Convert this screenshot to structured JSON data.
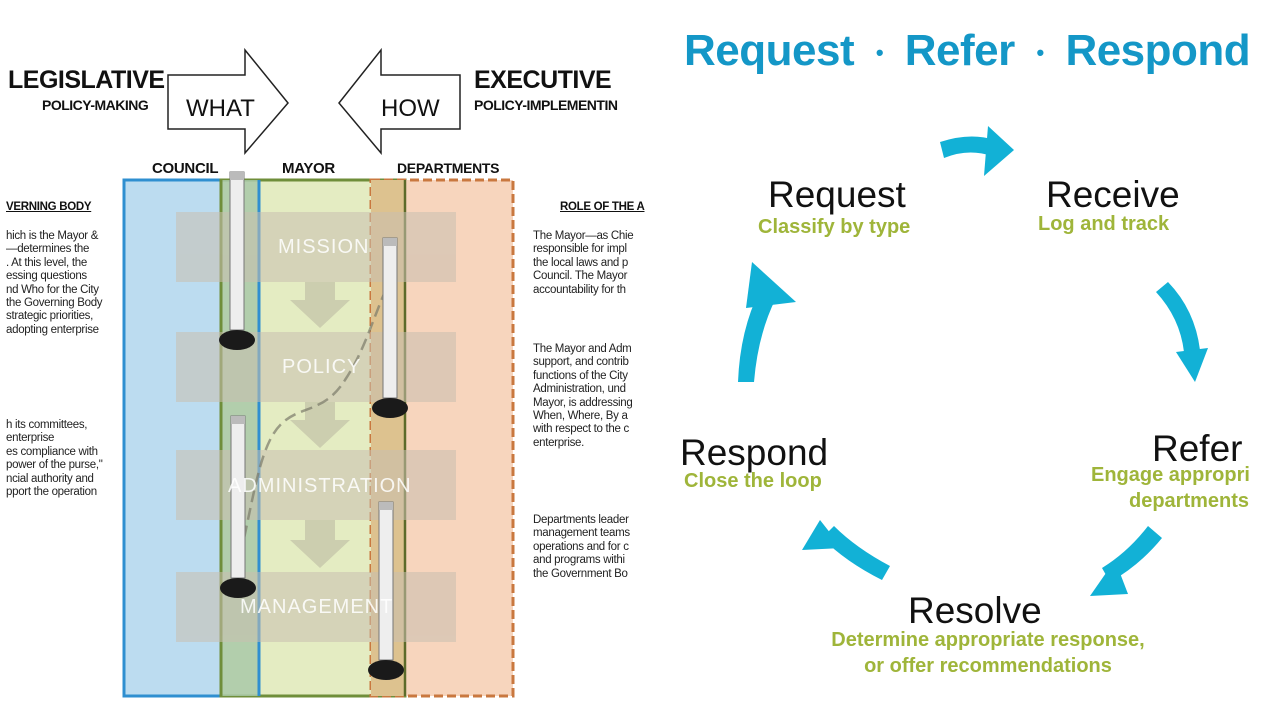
{
  "left_diagram": {
    "legislative": {
      "title": "LEGISLATIVE",
      "subtitle": "POLICY-MAKING"
    },
    "executive": {
      "title": "EXECUTIVE",
      "subtitle": "POLICY-IMPLEMENTIN"
    },
    "arrow_what": "WHAT",
    "arrow_how": "HOW",
    "columns": {
      "council": "COUNCIL",
      "mayor": "MAYOR",
      "departments": "DEPARTMENTS"
    },
    "stages": [
      "MISSION",
      "POLICY",
      "ADMINISTRATION",
      "MANAGEMENT"
    ],
    "left_heading": "VERNING BODY",
    "left_text_1": "hich is the Mayor &\n—determines the\n. At this level, the\nessing questions\nnd Who for the City\nthe Governing Body\nstrategic priorities,\nadopting enterprise",
    "left_text_2": "h its committees,\nenterprise\nes compliance with\npower of the purse,\"\nncial authority and\npport the operation",
    "right_heading": "ROLE OF THE A",
    "right_text_1": "The Mayor—as Chie\nresponsible for impl\nthe local laws and p\nCouncil. The Mayor\naccountability for th",
    "right_text_2": "The Mayor and Adm\nsupport, and contrib\nfunctions of the City\nAdministration, und\nMayor, is addressing\nWhen, Where, By a\nwith respect to the c\nenterprise.",
    "right_text_3": "Departments leader\nmanagement teams\noperations and for c\nand programs withi\nthe Government Bo",
    "colors": {
      "council": "#2f8fd0",
      "mayor": "#8aa84a",
      "departments": "#c9783f"
    }
  },
  "cycle": {
    "title_parts": [
      "Request",
      "Refer",
      "Respond"
    ],
    "separator": "•",
    "nodes": {
      "request": {
        "label": "Request",
        "sub": "Classify by type"
      },
      "receive": {
        "label": "Receive",
        "sub": "Log and track"
      },
      "refer": {
        "label": "Refer",
        "sub_line1": "Engage appropri",
        "sub_line2": "departments"
      },
      "resolve": {
        "label": "Resolve",
        "sub_line1": "Determine appropriate response,",
        "sub_line2": "or offer recommendations"
      },
      "respond": {
        "label": "Respond",
        "sub": "Close the loop"
      }
    },
    "colors": {
      "title": "#1497c7",
      "arrow": "#12b1d6",
      "sub": "#9fb53a"
    }
  }
}
